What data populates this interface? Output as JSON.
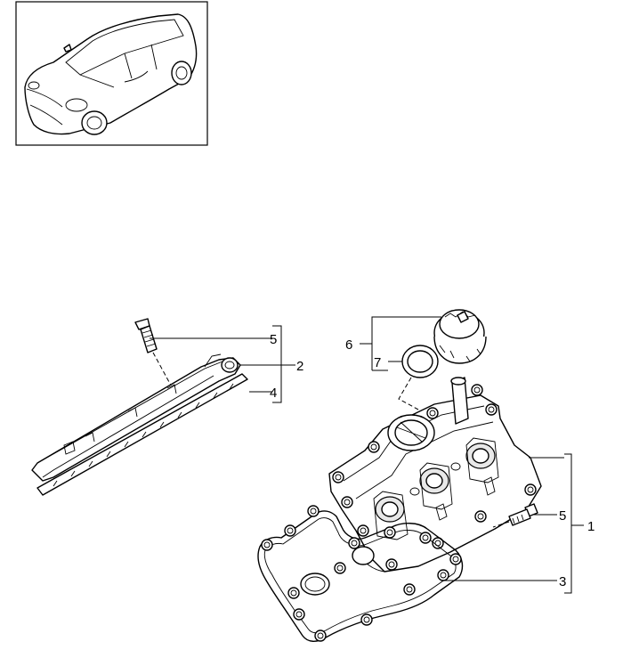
{
  "labels": {
    "cover_assembly": "1",
    "cover_cap_right": "2",
    "gasket_main": "3",
    "gasket_strip": "4",
    "bolt_left": "5",
    "bolt_right": "5",
    "filler_cap_bracket": "6",
    "seal_ring": "7"
  },
  "icons": {
    "vehicle_thumbnail": "car-icon"
  }
}
